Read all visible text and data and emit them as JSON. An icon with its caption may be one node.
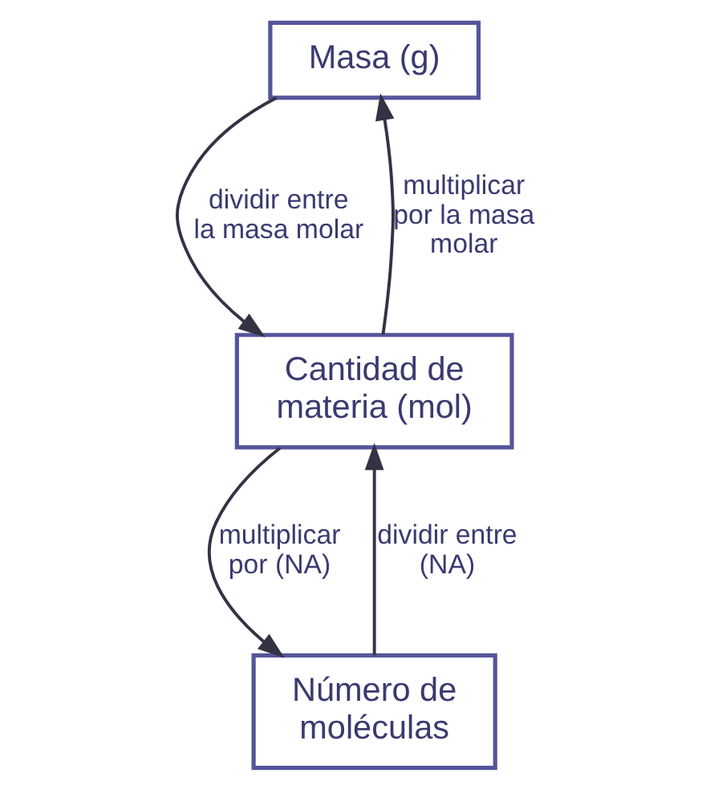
{
  "diagram": {
    "nodes": [
      {
        "text": [
          "Masa (g)"
        ]
      },
      {
        "text": [
          "Cantidad de materia (mol)"
        ]
      },
      {
        "text": [
          "Número de moléculas"
        ]
      }
    ],
    "edges": [
      {
        "from": 0,
        "to": 1,
        "arrow": "to",
        "label": "dividir entre la masa molar"
      },
      {
        "from": 1,
        "to": 0,
        "arrow": "to",
        "label": "multiplicar por la masa molar"
      },
      {
        "from": 1,
        "to": 2,
        "arrow": "to",
        "label": "multiplicar por (NA)"
      },
      {
        "from": 2,
        "to": 1,
        "arrow": "to",
        "label": "dividir entre (NA)"
      }
    ]
  }
}
